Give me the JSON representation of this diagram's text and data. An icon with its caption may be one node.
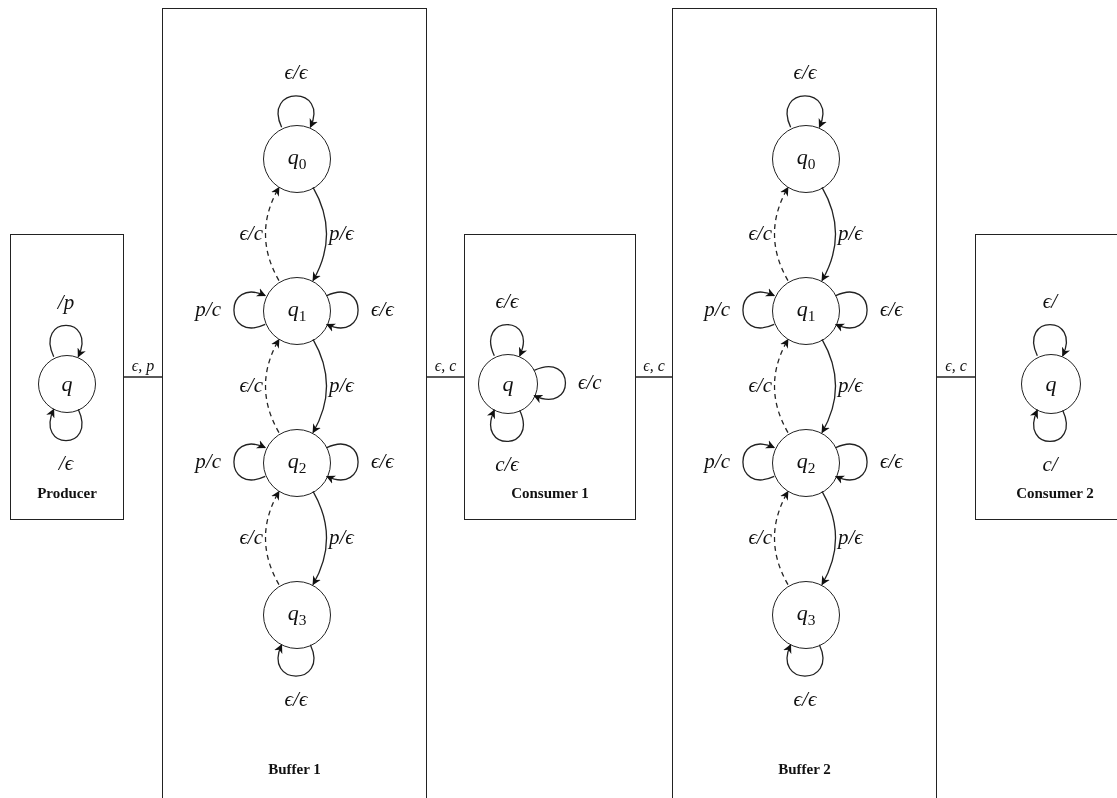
{
  "diagram": {
    "nodes": [
      {
        "text": [
          "Producer"
        ]
      },
      {
        "text": [
          "q"
        ],
        "in": 0
      },
      {
        "text": [
          "Buffer 1"
        ]
      },
      {
        "text": [
          "q$_{0}$"
        ],
        "in": 2
      },
      {
        "text": [
          "q$_{1}$"
        ],
        "in": 2
      },
      {
        "text": [
          "q$_{2}$"
        ],
        "in": 2
      },
      {
        "text": [
          "q$_{3}$"
        ],
        "in": 2
      },
      {
        "text": [
          "Consumer 1"
        ]
      },
      {
        "text": [
          "q"
        ],
        "in": 7
      },
      {
        "text": [
          "Buffer 2"
        ]
      },
      {
        "text": [
          "q$_{0}$"
        ],
        "in": 9
      },
      {
        "text": [
          "q$_{1}$"
        ],
        "in": 9
      },
      {
        "text": [
          "q$_{2}$"
        ],
        "in": 9
      },
      {
        "text": [
          "q$_{3}$"
        ],
        "in": 9
      },
      {
        "text": [
          "Consumer 2"
        ]
      },
      {
        "text": [
          "q"
        ],
        "in": 14
      }
    ],
    "edges": [
      {
        "from": 1,
        "to": 1,
        "arrow": "to",
        "label": "/p"
      },
      {
        "from": 1,
        "to": 1,
        "arrow": "to",
        "label": "/ϵ"
      },
      {
        "from": 0,
        "to": 2,
        "arrow": "none",
        "label": "ϵ, p"
      },
      {
        "from": 3,
        "to": 3,
        "arrow": "to",
        "label": "ϵ/ϵ"
      },
      {
        "from": 3,
        "to": 4,
        "arrow": "to",
        "label": "p/ϵ"
      },
      {
        "from": 4,
        "to": 3,
        "arrow": "to",
        "label": "ϵ/c",
        "style": "dashed"
      },
      {
        "from": 4,
        "to": 4,
        "arrow": "to",
        "label": "p/c"
      },
      {
        "from": 4,
        "to": 4,
        "arrow": "to",
        "label": "ϵ/ϵ"
      },
      {
        "from": 4,
        "to": 5,
        "arrow": "to",
        "label": "p/ϵ"
      },
      {
        "from": 5,
        "to": 4,
        "arrow": "to",
        "label": "ϵ/c",
        "style": "dashed"
      },
      {
        "from": 5,
        "to": 5,
        "arrow": "to",
        "label": "p/c"
      },
      {
        "from": 5,
        "to": 5,
        "arrow": "to",
        "label": "ϵ/ϵ"
      },
      {
        "from": 5,
        "to": 6,
        "arrow": "to",
        "label": "p/ϵ"
      },
      {
        "from": 6,
        "to": 5,
        "arrow": "to",
        "label": "ϵ/c",
        "style": "dashed"
      },
      {
        "from": 6,
        "to": 6,
        "arrow": "to",
        "label": "ϵ/ϵ"
      },
      {
        "from": 2,
        "to": 7,
        "arrow": "none",
        "label": "ϵ, c"
      },
      {
        "from": 8,
        "to": 8,
        "arrow": "to",
        "label": "ϵ/ϵ"
      },
      {
        "from": 8,
        "to": 8,
        "arrow": "to",
        "label": "ϵ/c"
      },
      {
        "from": 8,
        "to": 8,
        "arrow": "to",
        "label": "c/ϵ"
      },
      {
        "from": 7,
        "to": 9,
        "arrow": "none",
        "label": "ϵ, c"
      },
      {
        "from": 10,
        "to": 10,
        "arrow": "to",
        "label": "ϵ/ϵ"
      },
      {
        "from": 10,
        "to": 11,
        "arrow": "to",
        "label": "p/ϵ"
      },
      {
        "from": 11,
        "to": 10,
        "arrow": "to",
        "label": "ϵ/c",
        "style": "dashed"
      },
      {
        "from": 11,
        "to": 11,
        "arrow": "to",
        "label": "p/c"
      },
      {
        "from": 11,
        "to": 11,
        "arrow": "to",
        "label": "ϵ/ϵ"
      },
      {
        "from": 11,
        "to": 12,
        "arrow": "to",
        "label": "p/ϵ"
      },
      {
        "from": 12,
        "to": 11,
        "arrow": "to",
        "label": "ϵ/c",
        "style": "dashed"
      },
      {
        "from": 12,
        "to": 12,
        "arrow": "to",
        "label": "p/c"
      },
      {
        "from": 12,
        "to": 12,
        "arrow": "to",
        "label": "ϵ/ϵ"
      },
      {
        "from": 12,
        "to": 13,
        "arrow": "to",
        "label": "p/ϵ"
      },
      {
        "from": 13,
        "to": 12,
        "arrow": "to",
        "label": "ϵ/c",
        "style": "dashed"
      },
      {
        "from": 13,
        "to": 13,
        "arrow": "to",
        "label": "ϵ/ϵ"
      },
      {
        "from": 9,
        "to": 14,
        "arrow": "none",
        "label": "ϵ, c"
      },
      {
        "from": 15,
        "to": 15,
        "arrow": "to",
        "label": "ϵ/"
      },
      {
        "from": 15,
        "to": 15,
        "arrow": "to",
        "label": "c/"
      }
    ]
  }
}
